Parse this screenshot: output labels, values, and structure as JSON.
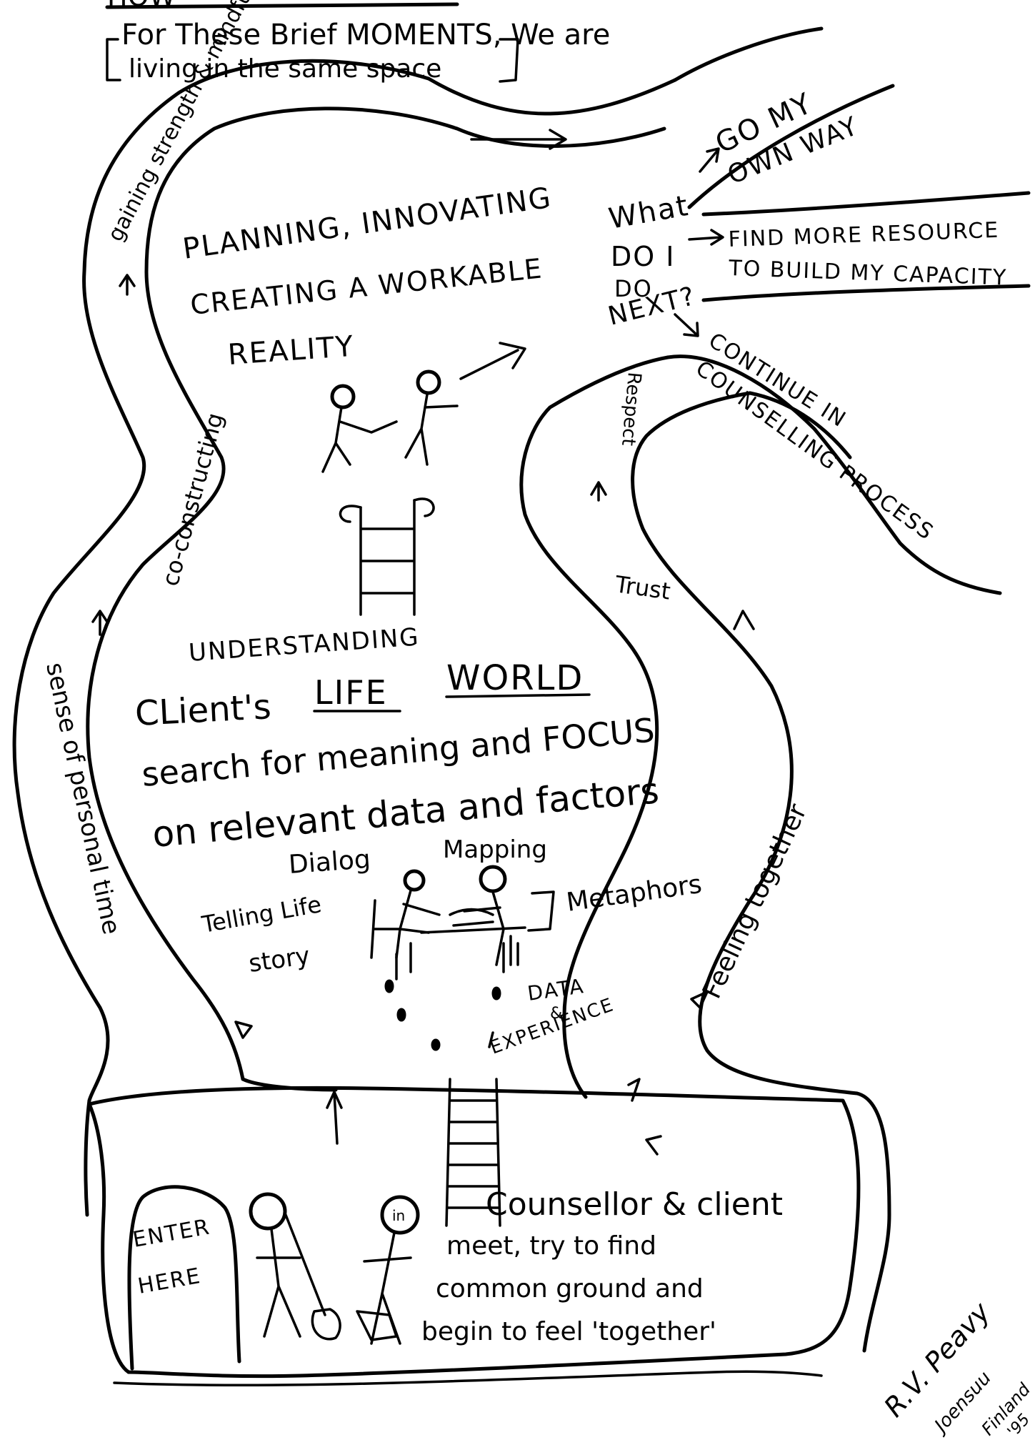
{
  "header": {
    "cut_word": "HOW",
    "quote_line1": "For These Brief MOMENTS, We are",
    "quote_line2": "living in the same space"
  },
  "path_labels": {
    "gaining": "gaining strength & mindfulness",
    "co_constructing": "co-constructing",
    "sense_of_time": "sense of personal time",
    "feeling_together": "Feeling together",
    "trust": "Trust",
    "respect": "Respect"
  },
  "upper_chamber": {
    "line1": "PLANNING, INNOVATING",
    "line2": "CREATING A WORKABLE",
    "line3": "REALITY"
  },
  "decision": {
    "what": "What",
    "do_i": "DO I",
    "do": "DO",
    "next": "NEXT?",
    "option1_line1": "GO MY",
    "option1_line2": "OWN WAY",
    "option2_line1": "FIND MORE RESOURCE",
    "option2_line2": "TO BUILD MY CAPACITY",
    "option3_line1": "CONTINUE IN",
    "option3_line2": "COUNSELLING PROCESS"
  },
  "middle_chamber": {
    "understanding": "UNDERSTANDING",
    "clients": "CLient's",
    "life": "LIFE",
    "world": "WORLD",
    "search_line1": "search for meaning and FOCUS",
    "search_line2": "on relevant data and factors",
    "dialog": "Dialog",
    "mapping": "Mapping",
    "telling_line1": "Telling Life",
    "telling_line2": "story",
    "metaphors": "Metaphors",
    "data_line1": "DATA",
    "data_line2": "&",
    "data_line3": "EXPERIENCE"
  },
  "lower_chamber": {
    "enter": "ENTER",
    "here": "HERE",
    "figure_tag": "in",
    "line1": "Counsellor & client",
    "line2": "meet, try to find",
    "line3": "common ground and",
    "line4": "begin to feel 'together'"
  },
  "signature": {
    "name": "R.V. Peavy",
    "place1": "Joensuu",
    "place2": "Finland",
    "year": "'95"
  }
}
